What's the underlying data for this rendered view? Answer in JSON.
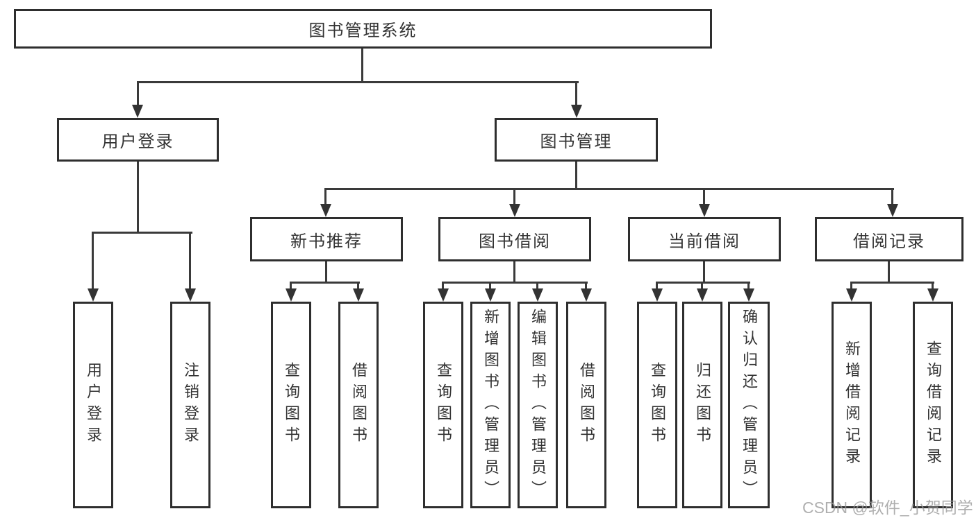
{
  "diagram": {
    "title": "图书管理系统",
    "level2": {
      "user_login": {
        "label": "用户登录",
        "children": [
          "用户登录",
          "注销登录"
        ]
      },
      "book_management": {
        "label": "图书管理"
      }
    },
    "level3": {
      "new_book_recommend": {
        "label": "新书推荐",
        "children": [
          "查询图书",
          "借阅图书"
        ]
      },
      "book_borrow": {
        "label": "图书借阅",
        "children": [
          "查询图书",
          "新增图书（管理员）",
          "编辑图书（管理员）",
          "借阅图书"
        ]
      },
      "current_borrow": {
        "label": "当前借阅",
        "children": [
          "查询图书",
          "归还图书",
          "确认归还（管理员）"
        ]
      },
      "borrow_record": {
        "label": "借阅记录",
        "children": [
          "新增借阅记录",
          "查询借阅记录"
        ]
      }
    }
  },
  "watermark": {
    "text": "CSDN @软件_小贺同学"
  },
  "colors": {
    "border": "#2e2e2e",
    "line": "#3a3a3a",
    "text": "#333333",
    "watermark_text": "#999999",
    "background": "#ffffff"
  }
}
